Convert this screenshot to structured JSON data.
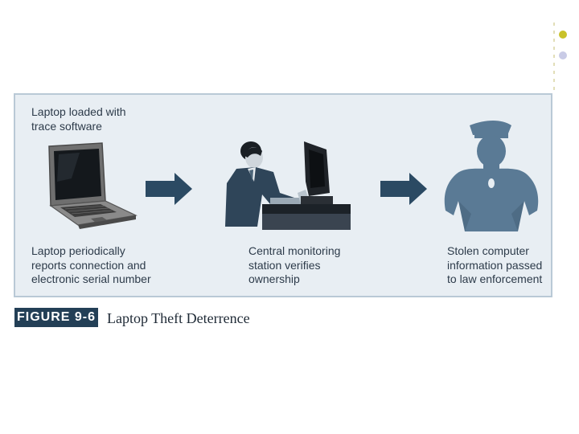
{
  "figure": {
    "label": "FIGURE 9-6",
    "title": "Laptop Theft Deterrence"
  },
  "steps": {
    "laptop_top": "Laptop loaded with\ntrace software",
    "laptop_bottom": "Laptop periodically\nreports connection and\nelectronic serial number",
    "station": "Central monitoring\nstation verifies\nownership",
    "police": "Stolen computer\ninformation passed\nto law enforcement"
  },
  "colors": {
    "panel": "#e8eef3",
    "border": "#b9c9d6",
    "arrow": "#2b4a63",
    "police": "#5a7a95",
    "dot_accent": "#c9c22a",
    "dot_muted": "#c9cbe6"
  },
  "icons": [
    "laptop-icon",
    "arrow-right-icon",
    "operator-workstation-icon",
    "police-officer-icon"
  ]
}
